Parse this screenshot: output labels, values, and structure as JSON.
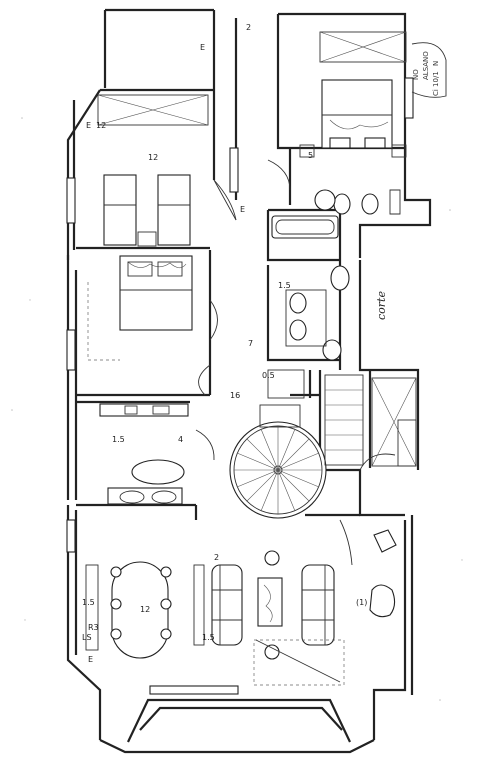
{
  "plan": {
    "corte_label": "corte",
    "stamp": {
      "lines": [
        "NO",
        "ALSANO",
        "N",
        "Ci 10/1"
      ]
    },
    "annotations": {
      "a1": "E",
      "a2": "12",
      "a3": "E",
      "a4": "2",
      "a5": "12",
      "a6": "E",
      "a7": "5",
      "a8": "1.5",
      "a9": "0.5",
      "a10": "16",
      "a11": "1.5",
      "a12": "4",
      "a13": "7",
      "a14": "E",
      "a15": "1.5",
      "a16": "12",
      "a17": "1.5",
      "a18": "(1)",
      "a19": "LS",
      "a20": "R3",
      "a21": "2"
    }
  }
}
